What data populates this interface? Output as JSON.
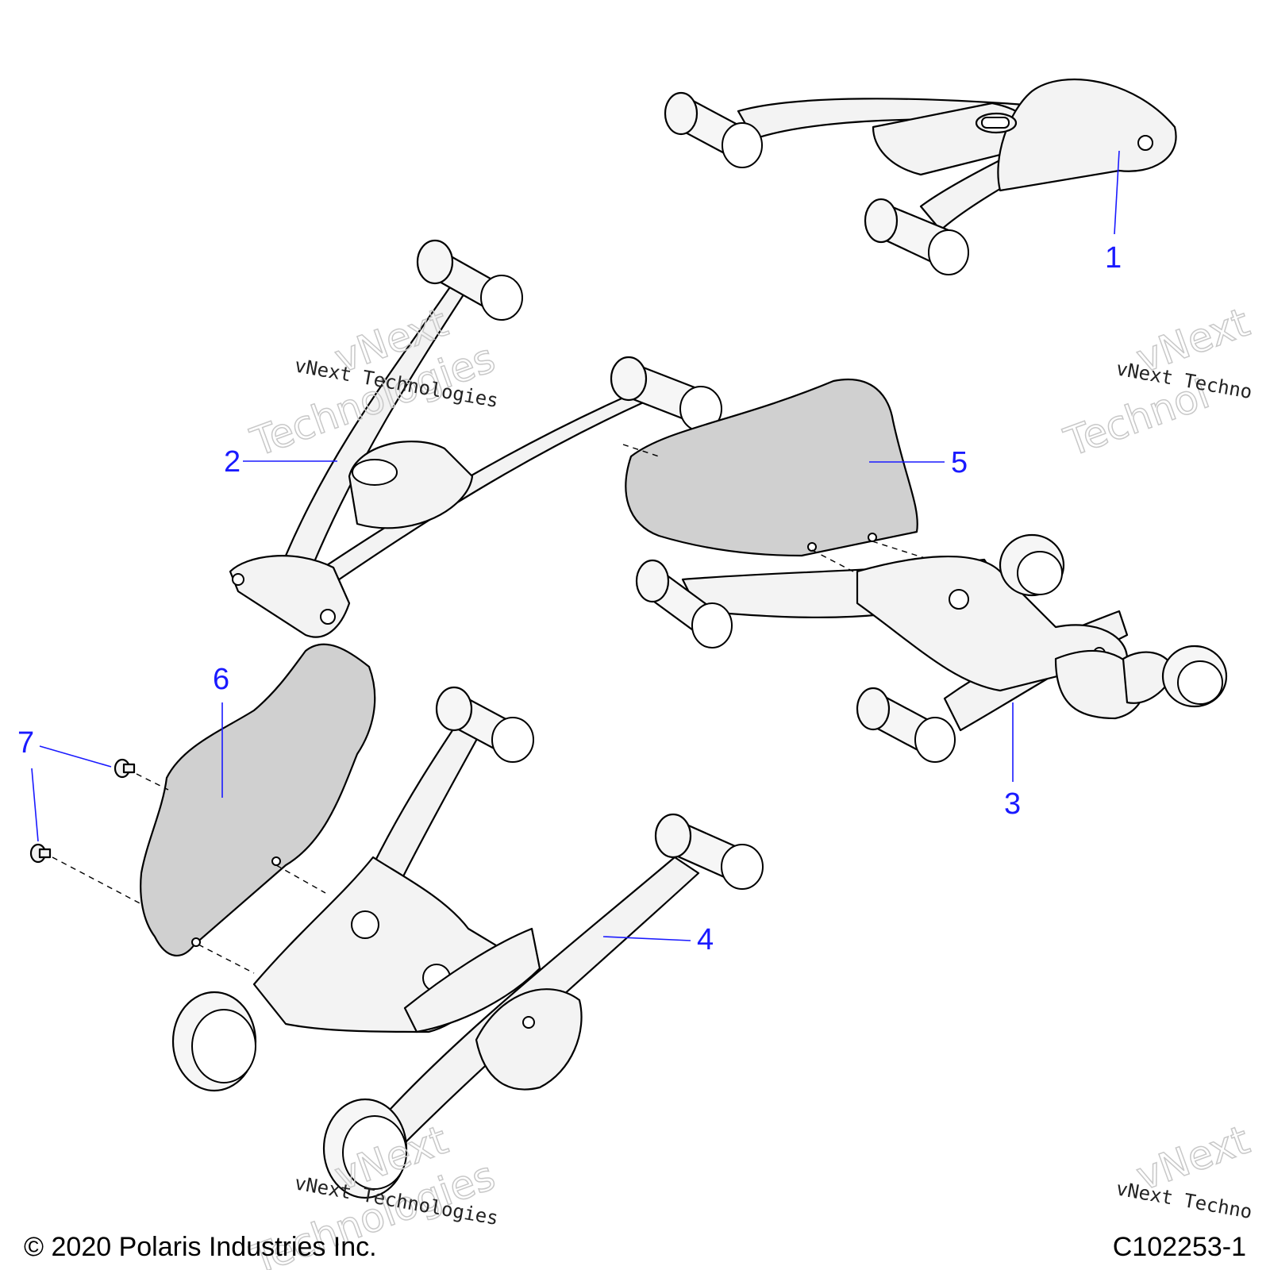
{
  "callouts": [
    "1",
    "2",
    "3",
    "4",
    "5",
    "6",
    "7"
  ],
  "watermark": {
    "line1": "vNext Technologies",
    "outline1": "vNext",
    "outline2": "Technologies",
    "partial_line1": "vNext Techno",
    "partial_outline1": "vNext",
    "partial_outline2": "Technol"
  },
  "footer": {
    "copyright": "© 2020 Polaris Industries Inc.",
    "figure_id": "C102253-1"
  },
  "colors": {
    "callout": "#1a1aff",
    "shade": "#d0d0d0",
    "outline": "#000000"
  }
}
